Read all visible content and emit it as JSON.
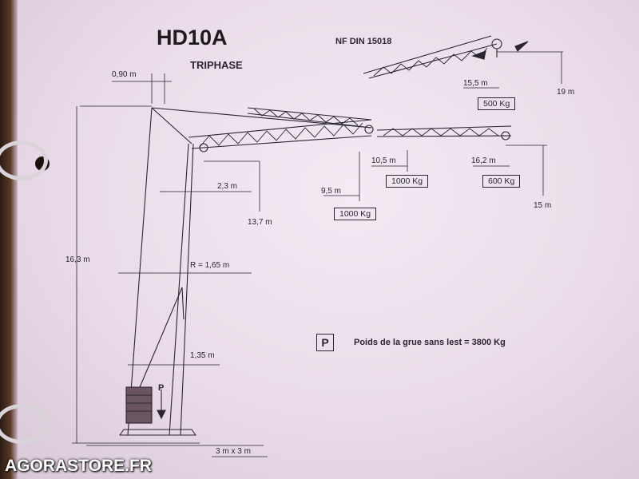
{
  "model": "HD10A",
  "power": "TRIPHASE",
  "norm": "NF DIN 15018",
  "dims": {
    "top_offset": "0,90 m",
    "total_height": "16,3 m",
    "radius": "R = 1,65 m",
    "base_offset": "1,35 m",
    "trolley_min": "2,3 m",
    "hook_height_folded": "13,7 m",
    "base_size": "3 m x 3 m",
    "reach_inclined": "15,5 m",
    "height_inclined": "19 m",
    "reach_min": "9,5 m",
    "reach_mid": "10,5 m",
    "reach_max": "16,2 m",
    "height_horizontal": "15 m"
  },
  "loads": {
    "inclined": "500 Kg",
    "at_9_5": "1000 Kg",
    "at_10_5": "1000 Kg",
    "at_16_2": "600 Kg"
  },
  "ballast": {
    "symbol": "P",
    "note": "Poids de la grue sans lest = 3800 Kg"
  },
  "watermark": "AGORASTORE.FR",
  "colors": {
    "ink": "#2a2530",
    "paper": "#efe4ee",
    "binder": "#3a2418"
  }
}
